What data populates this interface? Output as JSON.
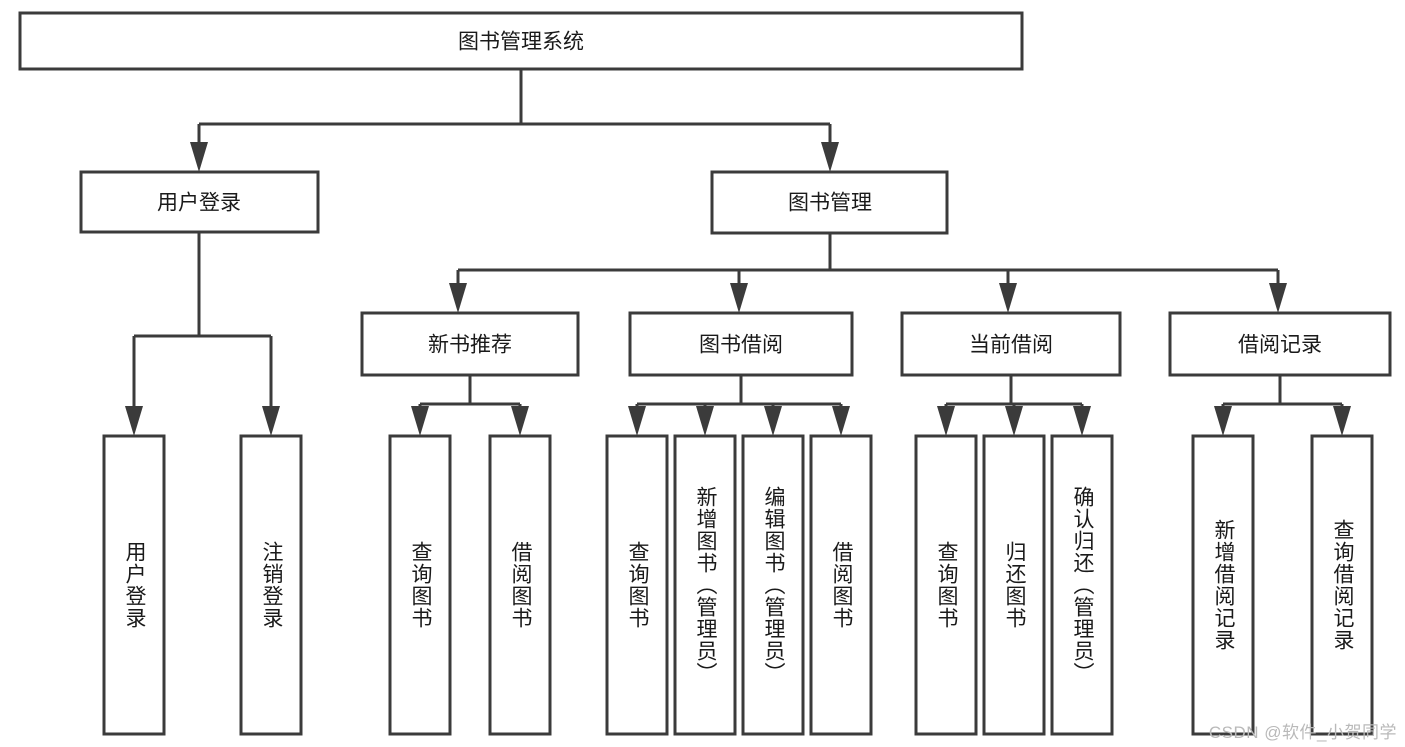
{
  "diagram": {
    "type": "tree",
    "title": "图书管理系统",
    "watermark": "CSDN @软件_小贺同学",
    "colors": {
      "stroke": "#3b3b3b",
      "fill": "#ffffff",
      "text": "#1a1a1a",
      "watermark": "#b9b9b9",
      "background": "#ffffff"
    },
    "root": {
      "label": "图书管理系统"
    },
    "level2": [
      {
        "label": "用户登录"
      },
      {
        "label": "图书管理"
      }
    ],
    "level3": [
      {
        "label": "新书推荐"
      },
      {
        "label": "图书借阅"
      },
      {
        "label": "当前借阅"
      },
      {
        "label": "借阅记录"
      }
    ],
    "leaves": {
      "user_login": [
        {
          "label": "用户登录"
        },
        {
          "label": "注销登录"
        }
      ],
      "new_book_recommend": [
        {
          "label": "查询图书"
        },
        {
          "label": "借阅图书"
        }
      ],
      "book_borrow": [
        {
          "label": "查询图书"
        },
        {
          "label": "新增图书（管理员）"
        },
        {
          "label": "编辑图书（管理员）"
        },
        {
          "label": "借阅图书"
        }
      ],
      "current_borrow": [
        {
          "label": "查询图书"
        },
        {
          "label": "归还图书"
        },
        {
          "label": "确认归还（管理员）"
        }
      ],
      "borrow_record": [
        {
          "label": "新增借阅记录"
        },
        {
          "label": "查询借阅记录"
        }
      ]
    }
  }
}
